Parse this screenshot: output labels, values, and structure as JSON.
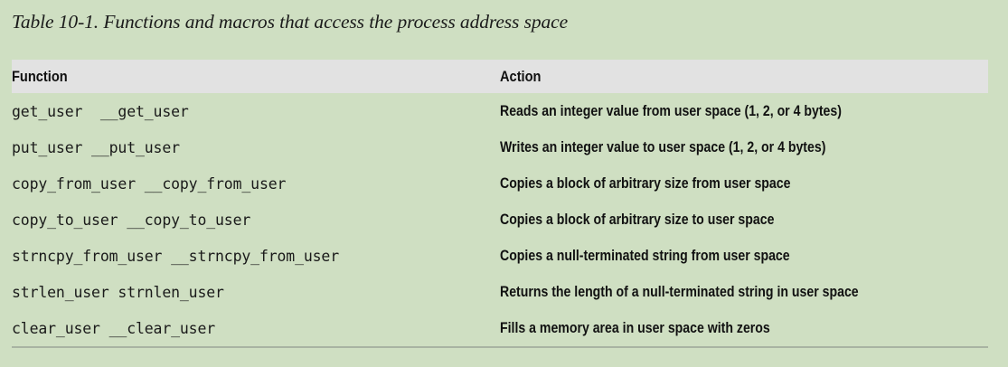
{
  "figure": {
    "caption": "Table 10-1. Functions and macros that access the process address space",
    "background_color": "#cfdfc2",
    "header_background_color": "#e2e2e2",
    "rule_color": "#a8b3a2",
    "text_color": "#111111"
  },
  "table": {
    "columns": [
      {
        "key": "function",
        "header": "Function"
      },
      {
        "key": "action",
        "header": "Action"
      }
    ],
    "rows": [
      {
        "function": "get_user  __get_user",
        "action": "Reads an integer value from user space (1, 2, or 4 bytes)"
      },
      {
        "function": "put_user __put_user",
        "action": "Writes an integer value to user space (1, 2, or 4 bytes)"
      },
      {
        "function": "copy_from_user __copy_from_user",
        "action": "Copies a block of arbitrary size from user space"
      },
      {
        "function": "copy_to_user __copy_to_user",
        "action": "Copies a block of arbitrary size to user space"
      },
      {
        "function": "strncpy_from_user __strncpy_from_user",
        "action": "Copies a null-terminated string from user space"
      },
      {
        "function": "strlen_user strnlen_user",
        "action": "Returns the length of a null-terminated string in user space"
      },
      {
        "function": "clear_user __clear_user",
        "action": "Fills a memory area in user space with zeros"
      }
    ]
  }
}
